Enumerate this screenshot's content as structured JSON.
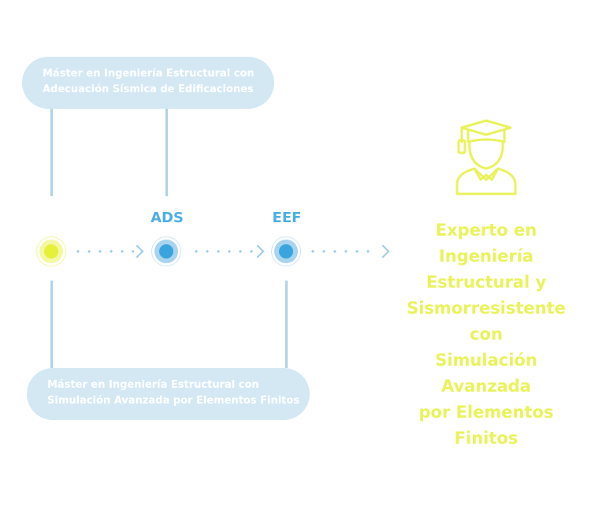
{
  "programs": {
    "top": {
      "line1": "Máster en Ingeniería Estructural con",
      "line2": "Adecuación Sísmica de Edificaciones"
    },
    "bottom": {
      "line1": "Máster en Ingeniería Estructural con",
      "line2": "Simulación Avanzada por Elementos Finitos"
    }
  },
  "nodes": {
    "ads_label": "ADS",
    "eef_label": "EEF"
  },
  "result": {
    "lines": [
      "Experto en",
      "Ingeniería",
      "Estructural y",
      "Sismorresistente con",
      "Simulación",
      "Avanzada",
      "por Elementos",
      "Finitos"
    ],
    "icon": "graduate-icon"
  },
  "colors": {
    "pill_bg": "#d4e8f4",
    "line_blue": "#afd2e7",
    "node_blue": "#3aa4de",
    "label_blue": "#4caee3",
    "accent_yellow": "#eaf25c",
    "node_yellow": "#e6f03a"
  }
}
